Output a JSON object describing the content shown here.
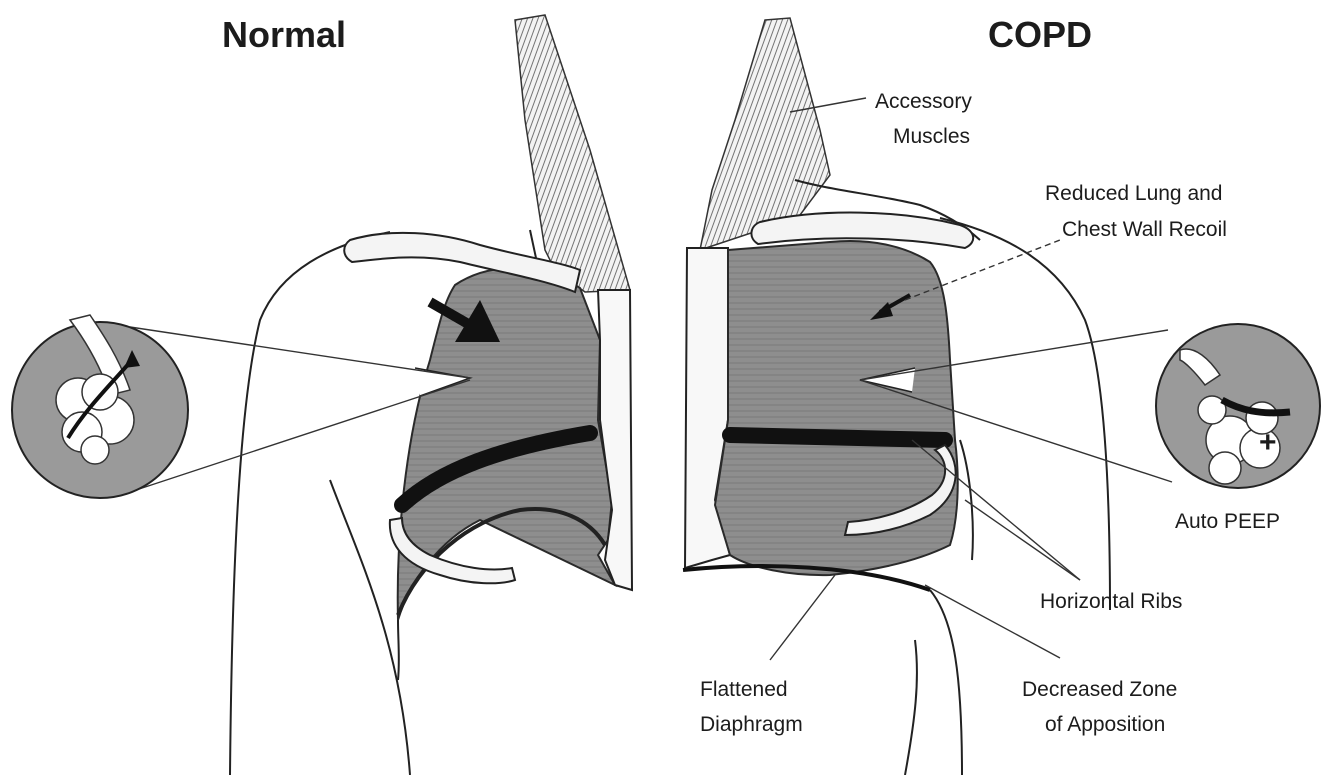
{
  "panels": {
    "normal": {
      "title": "Normal"
    },
    "copd": {
      "title": "COPD"
    }
  },
  "labels": {
    "accessory_muscles": [
      "Accessory",
      "Muscles"
    ],
    "reduced_recoil": [
      "Reduced Lung  and",
      "Chest Wall Recoil"
    ],
    "auto_peep": "Auto PEEP",
    "horizontal_ribs": "Horizontal Ribs",
    "flattened_diaphragm": [
      "Flattened",
      "Diaphragm"
    ],
    "decreased_zone": [
      "Decreased Zone",
      "of Apposition"
    ]
  },
  "symbols": {
    "plus_sign": "+"
  }
}
